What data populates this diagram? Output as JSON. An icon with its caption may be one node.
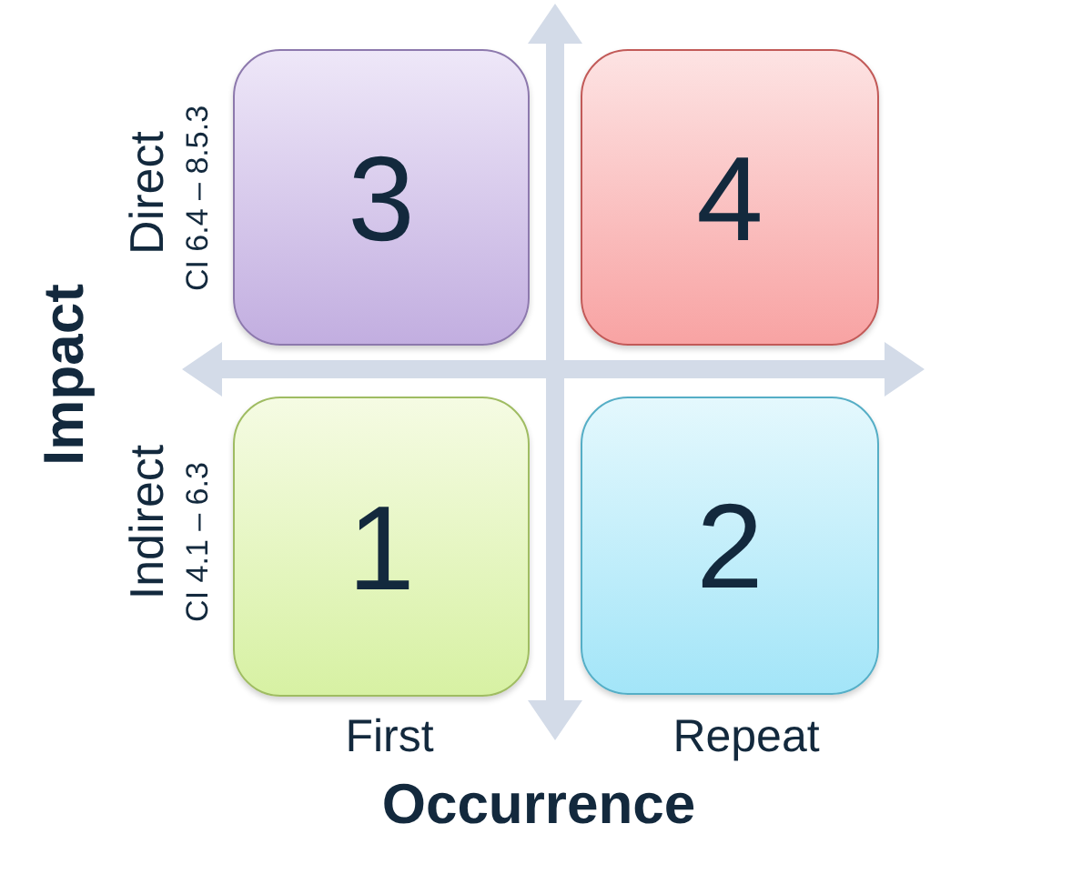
{
  "diagram": {
    "nodes": [
      {
        "text": [
          "3"
        ]
      },
      {
        "text": [
          "4"
        ]
      },
      {
        "text": [
          "1"
        ]
      },
      {
        "text": [
          "2"
        ]
      }
    ],
    "labels": [
      "Impact",
      "Direct",
      "CI 6.4 – 8.5.3",
      "Indirect",
      "CI 4.1 – 6.3",
      "First",
      "Repeat",
      "Occurrence"
    ]
  }
}
